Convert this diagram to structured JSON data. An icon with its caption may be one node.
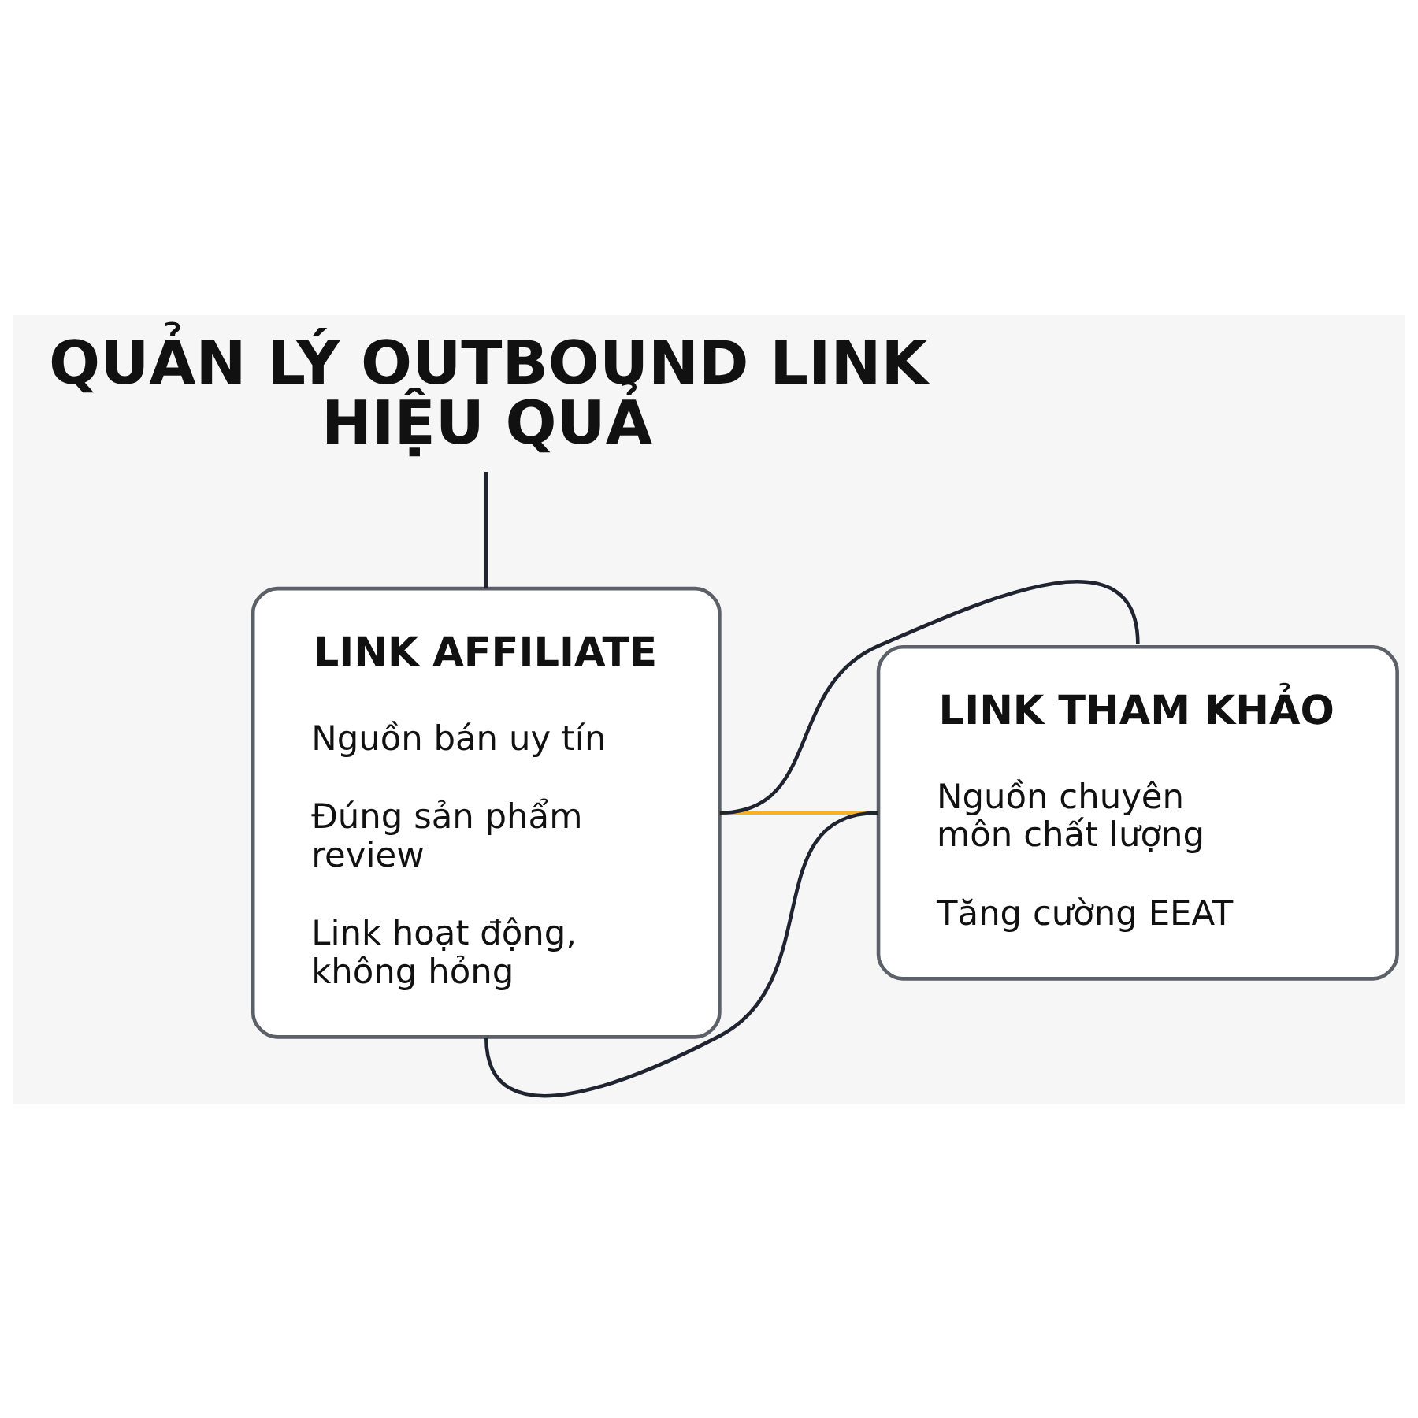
{
  "diagram": {
    "nodes": [
      {
        "text": [
          "QUẢN LÝ OUTBOUND LINK HIỆU QUẢ"
        ]
      },
      {
        "text": [
          "LINK AFFILIATE",
          "Nguồn bán uy tín",
          "Đúng sản phẩm review",
          "Link hoạt động, không hỏng"
        ]
      },
      {
        "text": [
          "LINK THAM KHẢO",
          "Nguồn chuyên môn chất lượng",
          "Tăng cường EEAT"
        ]
      }
    ],
    "edges": [
      {
        "from": 0,
        "to": 1,
        "arrow": "none"
      },
      {
        "from": 2,
        "to": 1,
        "arrow": "none"
      },
      {
        "from": 1,
        "to": 2,
        "arrow": "none",
        "color": "#f5b324"
      },
      {
        "from": 1,
        "to": 2,
        "arrow": "none"
      }
    ]
  }
}
